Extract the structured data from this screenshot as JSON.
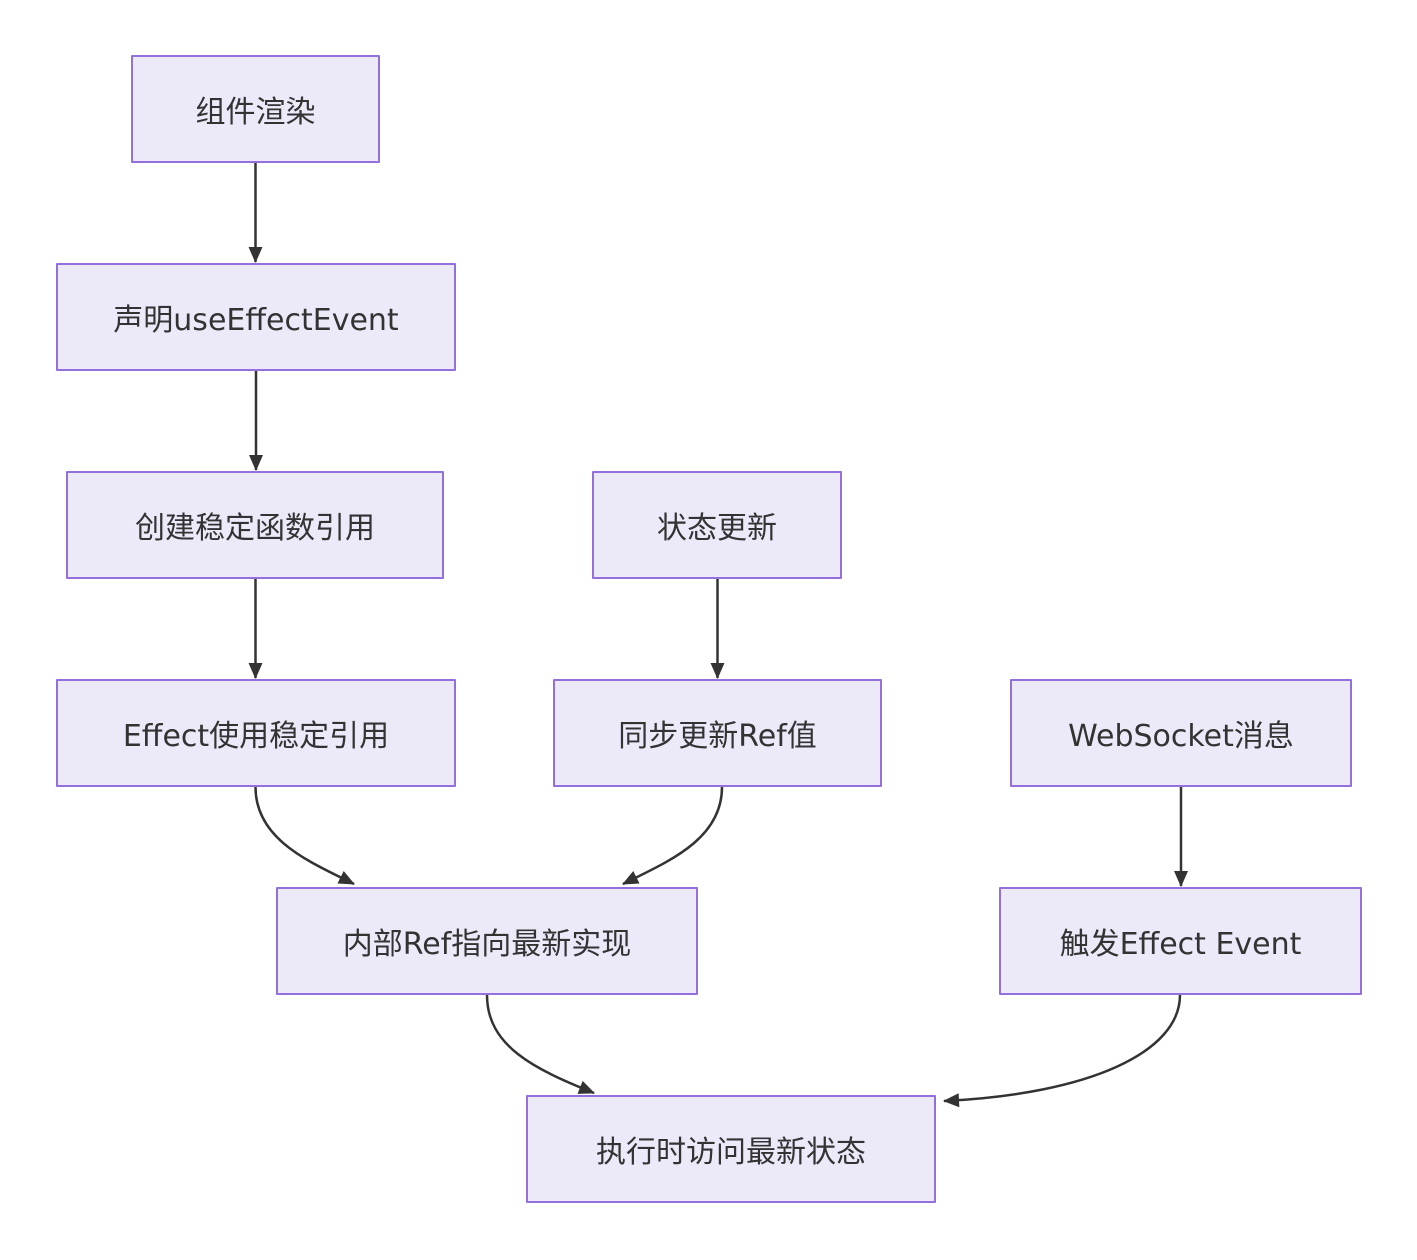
{
  "diagram": {
    "type": "flowchart",
    "colors": {
      "background": "#ffffff",
      "node_fill": "#ECEAF9",
      "node_border": "#9370DB",
      "text": "#333333",
      "arrow": "#333333"
    },
    "nodes": [
      {
        "id": "component-render",
        "label": "组件渲染"
      },
      {
        "id": "declare-useeffectevent",
        "label": "声明useEffectEvent"
      },
      {
        "id": "create-stable-ref",
        "label": "创建稳定函数引用"
      },
      {
        "id": "state-update",
        "label": "状态更新"
      },
      {
        "id": "effect-uses-stable-ref",
        "label": "Effect使用稳定引用"
      },
      {
        "id": "sync-update-ref",
        "label": "同步更新Ref值"
      },
      {
        "id": "websocket-message",
        "label": "WebSocket消息"
      },
      {
        "id": "internal-ref-latest",
        "label": "内部Ref指向最新实现"
      },
      {
        "id": "trigger-effect-event",
        "label": "触发Effect Event"
      },
      {
        "id": "access-latest-state",
        "label": "执行时访问最新状态"
      }
    ],
    "edges": [
      {
        "from": "component-render",
        "to": "declare-useeffectevent"
      },
      {
        "from": "declare-useeffectevent",
        "to": "create-stable-ref"
      },
      {
        "from": "create-stable-ref",
        "to": "effect-uses-stable-ref"
      },
      {
        "from": "state-update",
        "to": "sync-update-ref"
      },
      {
        "from": "effect-uses-stable-ref",
        "to": "internal-ref-latest"
      },
      {
        "from": "sync-update-ref",
        "to": "internal-ref-latest"
      },
      {
        "from": "websocket-message",
        "to": "trigger-effect-event"
      },
      {
        "from": "internal-ref-latest",
        "to": "access-latest-state"
      },
      {
        "from": "trigger-effect-event",
        "to": "access-latest-state"
      }
    ]
  }
}
